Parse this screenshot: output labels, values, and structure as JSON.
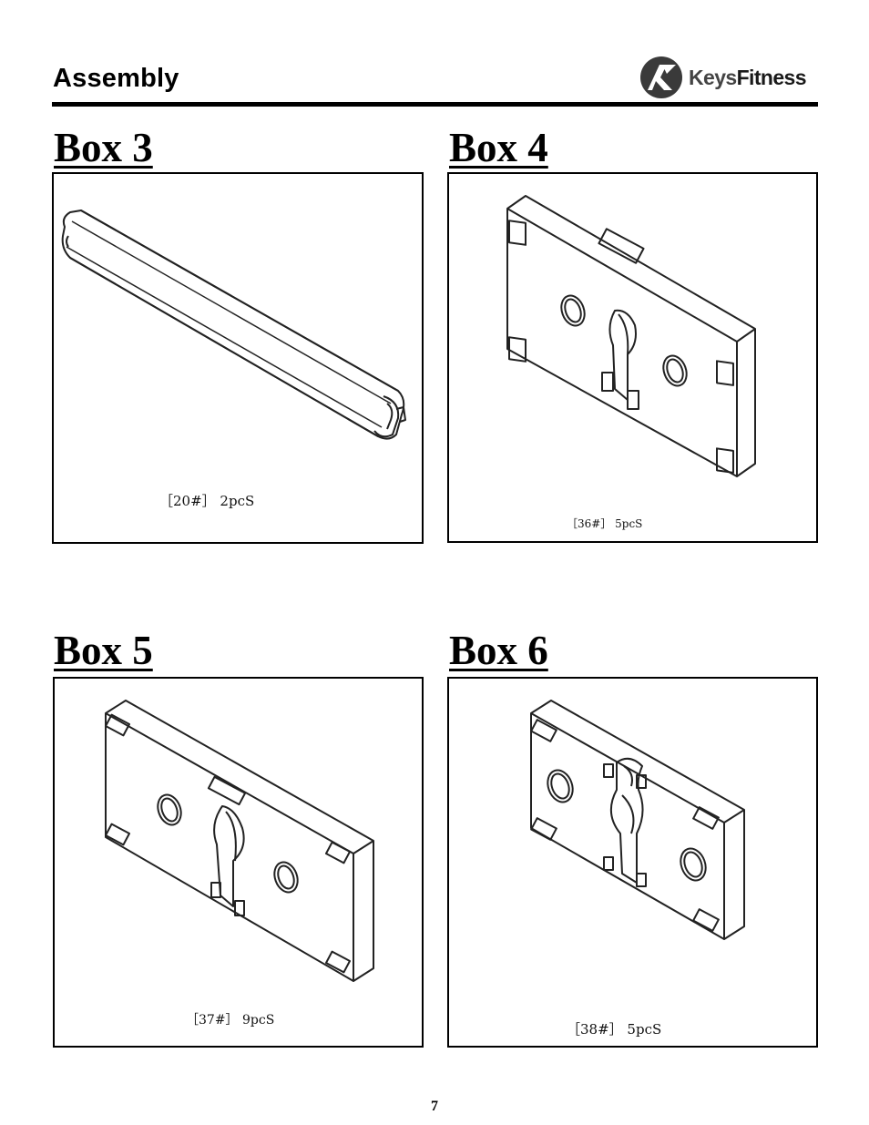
{
  "header": {
    "title": "Assembly",
    "logo": {
      "brand_light": "Keys",
      "brand_bold": "Fitness",
      "icon": "keysfitness-logo-icon"
    }
  },
  "boxes": [
    {
      "title": "Box 3",
      "caption": "［20#］ 2pcS",
      "part": "tube"
    },
    {
      "title": "Box 4",
      "caption": "［36#］ 5pcS",
      "part": "plate"
    },
    {
      "title": "Box 5",
      "caption": "［37#］ 9pcS",
      "part": "plate"
    },
    {
      "title": "Box 6",
      "caption": "［38#］ 5pcS",
      "part": "plate"
    }
  ],
  "footer": {
    "page_number": "7"
  }
}
